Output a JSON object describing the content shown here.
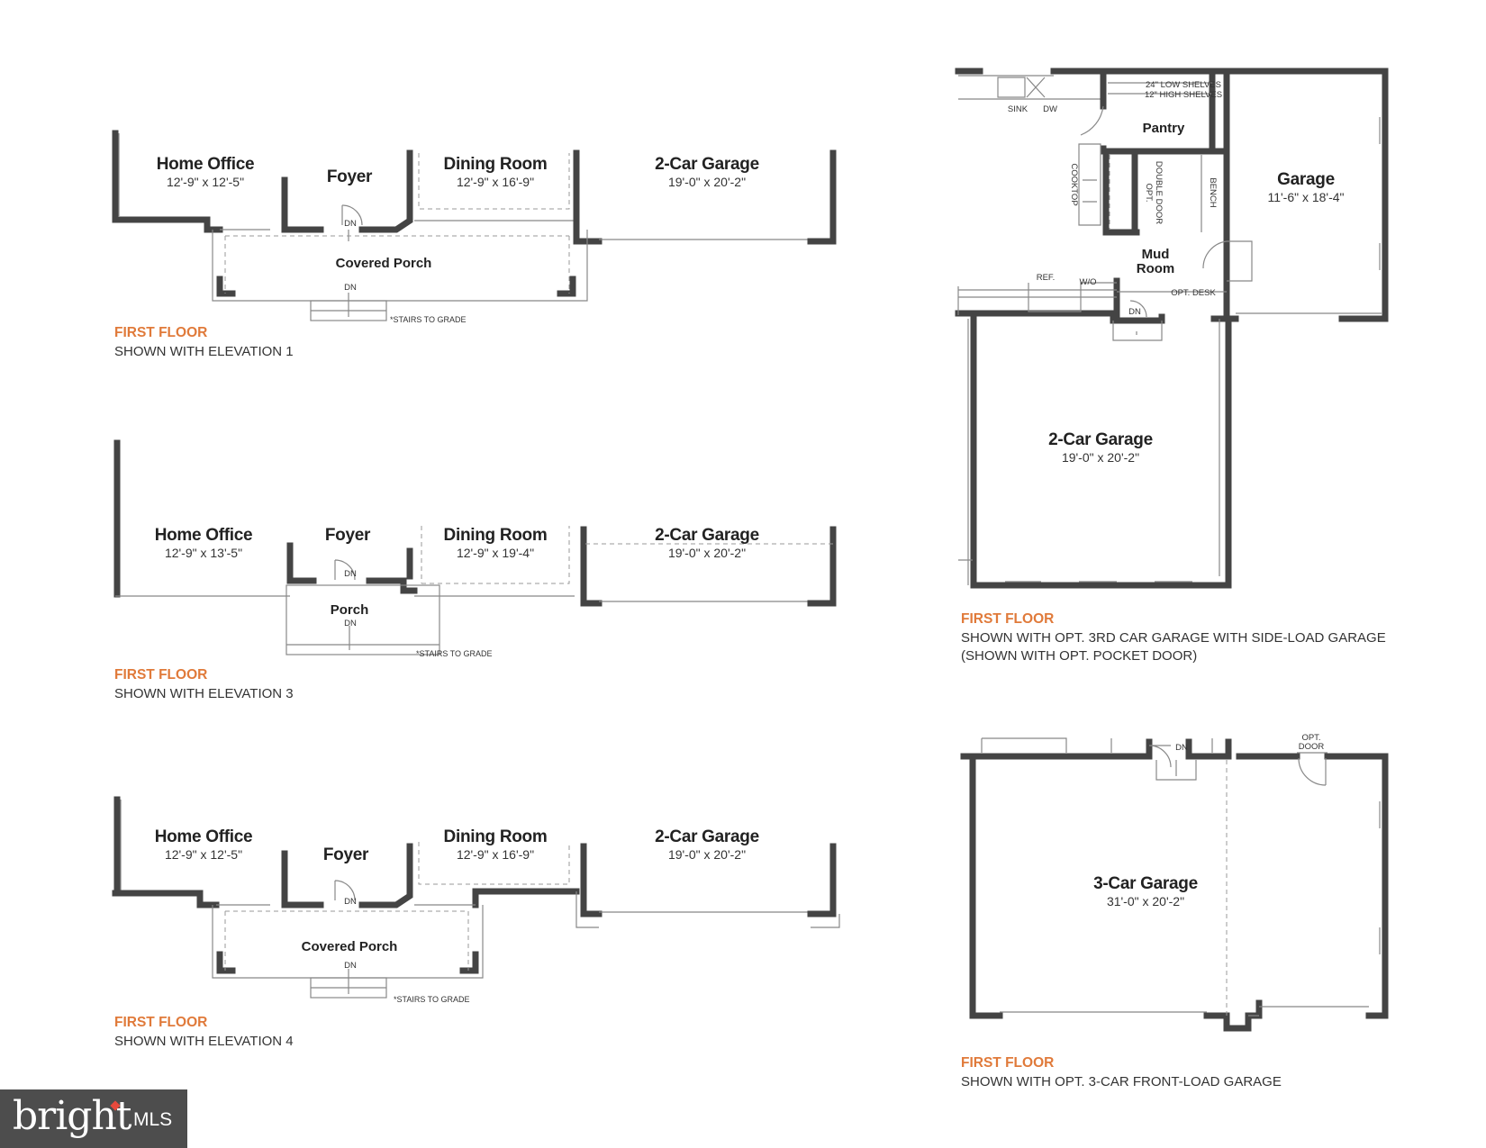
{
  "plan1": {
    "rooms": [
      {
        "name": "Home Office",
        "dim": "12'-9\" x 12'-5\""
      },
      {
        "name": "Foyer",
        "dim": ""
      },
      {
        "name": "Dining Room",
        "dim": "12'-9\" x 16'-9\""
      },
      {
        "name": "2-Car Garage",
        "dim": "19'-0\" x 20'-2\""
      }
    ],
    "porch": "Covered Porch",
    "dn": "DN",
    "stairs_note": "*STAIRS TO GRADE",
    "caption_title": "FIRST FLOOR",
    "caption_sub": "SHOWN WITH ELEVATION 1"
  },
  "plan3": {
    "rooms": [
      {
        "name": "Home Office",
        "dim": "12'-9\" x 13'-5\""
      },
      {
        "name": "Foyer",
        "dim": ""
      },
      {
        "name": "Dining Room",
        "dim": "12'-9\" x 19'-4\""
      },
      {
        "name": "2-Car Garage",
        "dim": "19'-0\" x 20'-2\""
      }
    ],
    "porch": "Porch",
    "dn": "DN",
    "stairs_note": "*STAIRS TO GRADE",
    "caption_title": "FIRST FLOOR",
    "caption_sub": "SHOWN WITH ELEVATION 3"
  },
  "plan4": {
    "rooms": [
      {
        "name": "Home Office",
        "dim": "12'-9\" x 12'-5\""
      },
      {
        "name": "Foyer",
        "dim": ""
      },
      {
        "name": "Dining Room",
        "dim": "12'-9\" x 16'-9\""
      },
      {
        "name": "2-Car Garage",
        "dim": "19'-0\" x 20'-2\""
      }
    ],
    "porch": "Covered Porch",
    "dn": "DN",
    "stairs_note": "*STAIRS TO GRADE",
    "caption_title": "FIRST FLOOR",
    "caption_sub": "SHOWN WITH ELEVATION 4"
  },
  "sideload": {
    "sink": "SINK",
    "dw": "DW",
    "shelves_low": "24\" LOW SHELVES",
    "shelves_high": "12\" HIGH SHELVES",
    "pantry": "Pantry",
    "cooktop": "COOKTOP",
    "opt_double_door": "OPT.",
    "double_door": "DOUBLE DOOR",
    "bench": "BENCH",
    "garage": "Garage",
    "garage_dim": "11'-6\" x 18'-4\"",
    "mud": "Mud",
    "room": "Room",
    "ref": "REF.",
    "wo": "W/O",
    "opt_desk": "OPT. DESK",
    "dn": "DN",
    "garage2": "2-Car Garage",
    "garage2_dim": "19'-0\" x 20'-2\"",
    "caption_title": "FIRST FLOOR",
    "caption_sub1": "SHOWN WITH OPT. 3RD CAR GARAGE WITH SIDE-LOAD GARAGE",
    "caption_sub2": "(SHOWN WITH OPT. POCKET DOOR)"
  },
  "frontload": {
    "dn": "DN",
    "opt": "OPT.",
    "door": "DOOR",
    "garage": "3-Car Garage",
    "garage_dim": "31'-0\" x 20'-2\"",
    "caption_title": "FIRST FLOOR",
    "caption_sub": "SHOWN WITH OPT. 3-CAR FRONT-LOAD GARAGE"
  },
  "logo": {
    "brand": "bright",
    "mls": "MLS"
  }
}
